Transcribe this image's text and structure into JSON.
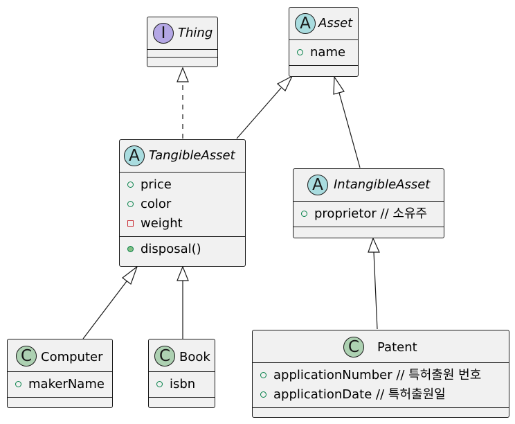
{
  "colors": {
    "interface": "#b4a7e5",
    "abstract": "#a9dcdf",
    "class": "#add1b2",
    "box_fill": "#f1f1f1",
    "line": "#181818"
  },
  "classes": {
    "thing": {
      "kind": "I",
      "name": "Thing"
    },
    "asset": {
      "kind": "A",
      "name": "Asset",
      "fields": [
        "name"
      ]
    },
    "tangible": {
      "kind": "A",
      "name": "TangibleAsset",
      "fields": [
        "price",
        "color",
        "weight"
      ],
      "methods": [
        "disposal()"
      ]
    },
    "intangible": {
      "kind": "A",
      "name": "IntangibleAsset",
      "fields": [
        "proprietor // 소유주"
      ]
    },
    "computer": {
      "kind": "C",
      "name": "Computer",
      "fields": [
        "makerName"
      ]
    },
    "book": {
      "kind": "C",
      "name": "Book",
      "fields": [
        "isbn"
      ]
    },
    "patent": {
      "kind": "C",
      "name": "Patent",
      "fields": [
        "applicationNumber // 특허출원 번호",
        "applicationDate // 특허출원일"
      ]
    }
  }
}
